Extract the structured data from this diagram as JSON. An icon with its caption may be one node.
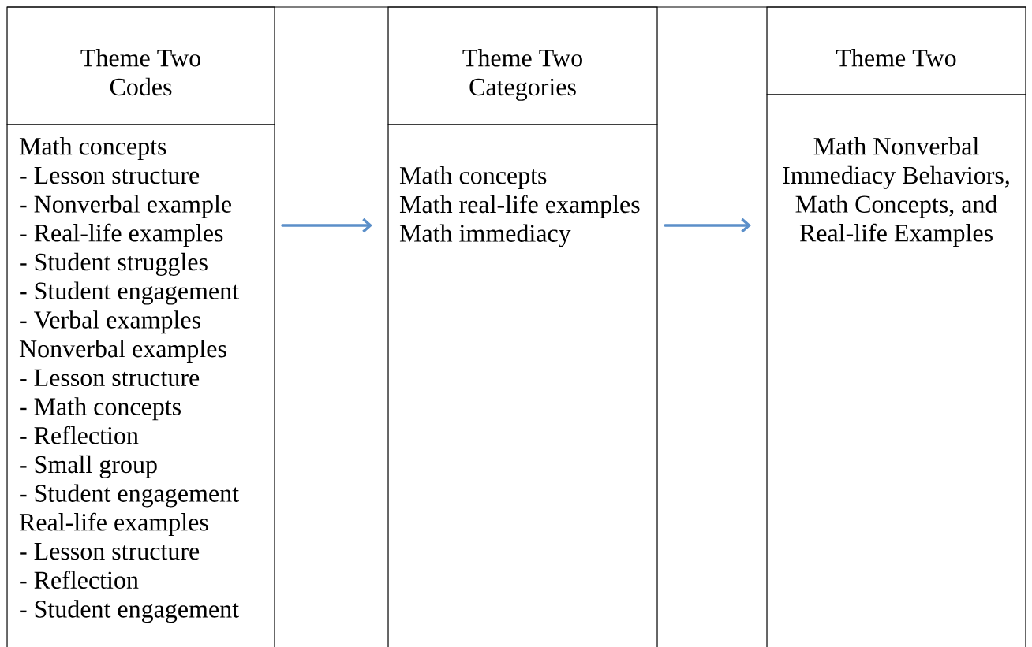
{
  "diagram": {
    "nodes": [
      {
        "text": [
          "Theme Two Codes"
        ]
      },
      {
        "text": [
          "Math concepts",
          "- Lesson structure",
          "- Nonverbal example",
          "- Real-life examples",
          "- Student struggles",
          "- Student engagement",
          "- Verbal examples",
          "Nonverbal examples",
          "- Lesson structure",
          "- Math concepts",
          "- Reflection",
          "- Small group",
          "- Student engagement",
          "Real-life examples",
          "- Lesson structure",
          "- Reflection",
          "- Student engagement"
        ]
      },
      {
        "text": [
          "Theme Two Categories"
        ]
      },
      {
        "text": [
          "Math concepts",
          "Math real-life examples",
          "Math immediacy"
        ]
      },
      {
        "text": [
          "Theme Two"
        ]
      },
      {
        "text": [
          "Math Nonverbal Immediacy Behaviors, Math Concepts, and Real-life Examples"
        ]
      }
    ],
    "edges": [
      {
        "from": 1,
        "to": 3,
        "arrow": "to",
        "color": "#5b8fc9"
      },
      {
        "from": 3,
        "to": 5,
        "arrow": "to",
        "color": "#5b8fc9"
      }
    ]
  }
}
